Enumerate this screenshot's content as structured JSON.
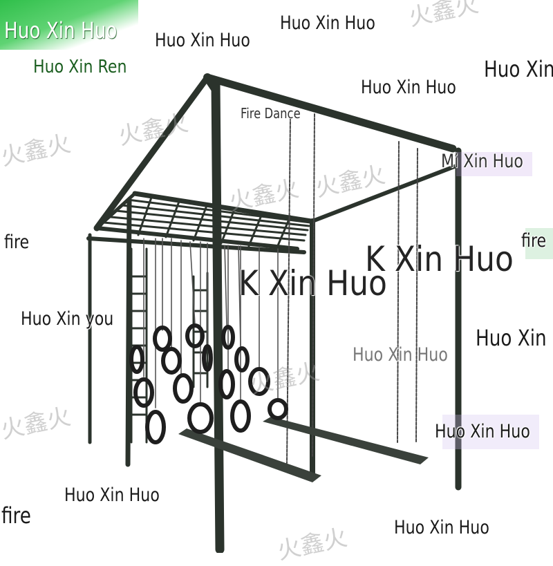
{
  "colors": {
    "frame": "#2b332c",
    "banner": "#3cc457",
    "dark_green_text": "#1b5e20",
    "watermark_text": "#1a1a1a"
  },
  "watermarks": {
    "banner": "Huo Xin Huo",
    "subtitle": "Huo Xin Ren",
    "top_mid": "Huo Xin Huo",
    "top_center": "Huo Xin Huo",
    "top_right": "Huo Xin",
    "upper_right": "Huo Xin Huo",
    "fire_dance": "Fire Dance",
    "mi_xin_huo": "Mi Xin Huo",
    "fire_left": "fire",
    "fire_right": "fire",
    "k_xin_huo_center": "K Xin Huo",
    "k_xin_huo_right": "K Xin Huo",
    "huo_xin_you": "Huo Xin you",
    "mid_right": "Huo Xin",
    "grey_mid": "Huo Xin Huo",
    "lower_right": "Huo Xin Huo",
    "bottom_left": "Huo Xin Huo",
    "fire_bottom": "fire",
    "bottom_right": "Huo Xin Huo"
  },
  "cjk_marks": [
    "火鑫火",
    "火鑫火",
    "火鑫火",
    "火鑫火",
    "火鑫火",
    "火鑫火",
    "火鑫火",
    "火鑫火"
  ]
}
